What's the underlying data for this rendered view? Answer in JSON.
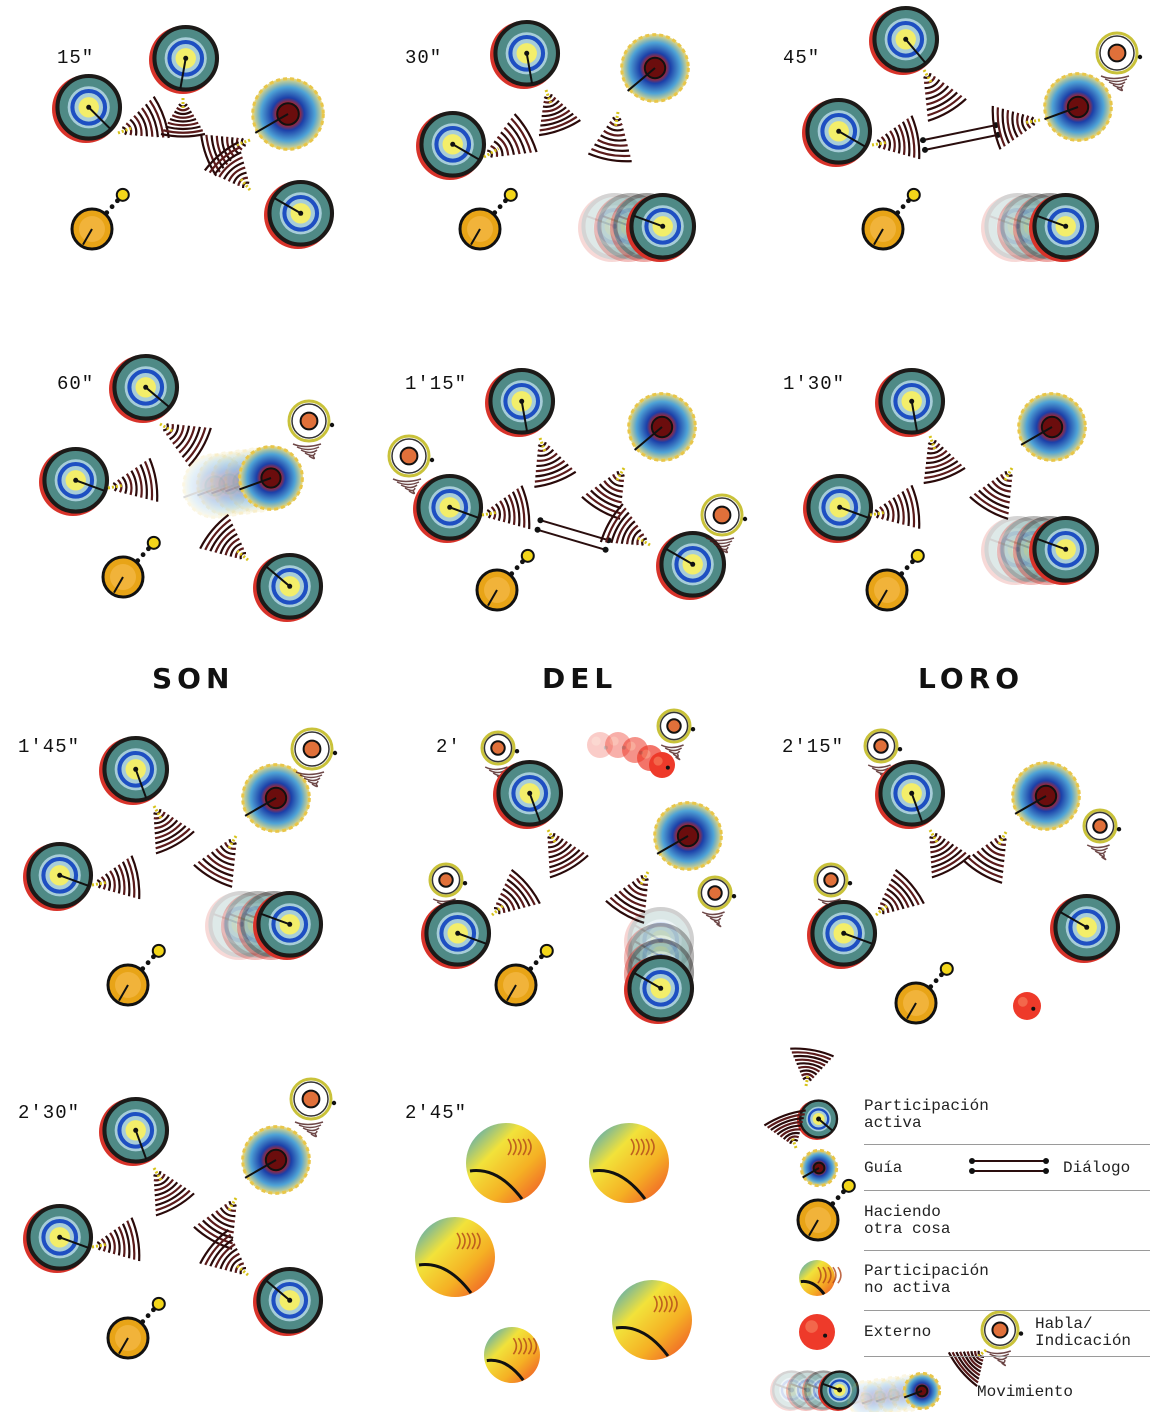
{
  "timestamps": [
    "15″",
    "30″",
    "45″",
    "60″",
    "1′15″",
    "1′30″",
    "1′45″",
    "2′",
    "2′15″",
    "2′30″",
    "2′45″"
  ],
  "title_words": [
    "SON",
    "DEL",
    "LORO"
  ],
  "legend": {
    "active": "Participación\nactiva",
    "guide": "Guía",
    "dialogue": "Diálogo",
    "other": "Haciendo\notra cosa",
    "passive": "Participación\nno activa",
    "external": "Externo",
    "speak": "Habla/\nIndicación",
    "movement": "Movimiento"
  },
  "colors": {
    "ring_dark": "#1c1a18",
    "ring_red": "#d8332a",
    "ring_teal": "#4f8a86",
    "ring_blue": "#1e4fc2",
    "core_yellow": "#f3ee6a",
    "orange": "#e8a417",
    "external_red": "#ee3a2a"
  }
}
